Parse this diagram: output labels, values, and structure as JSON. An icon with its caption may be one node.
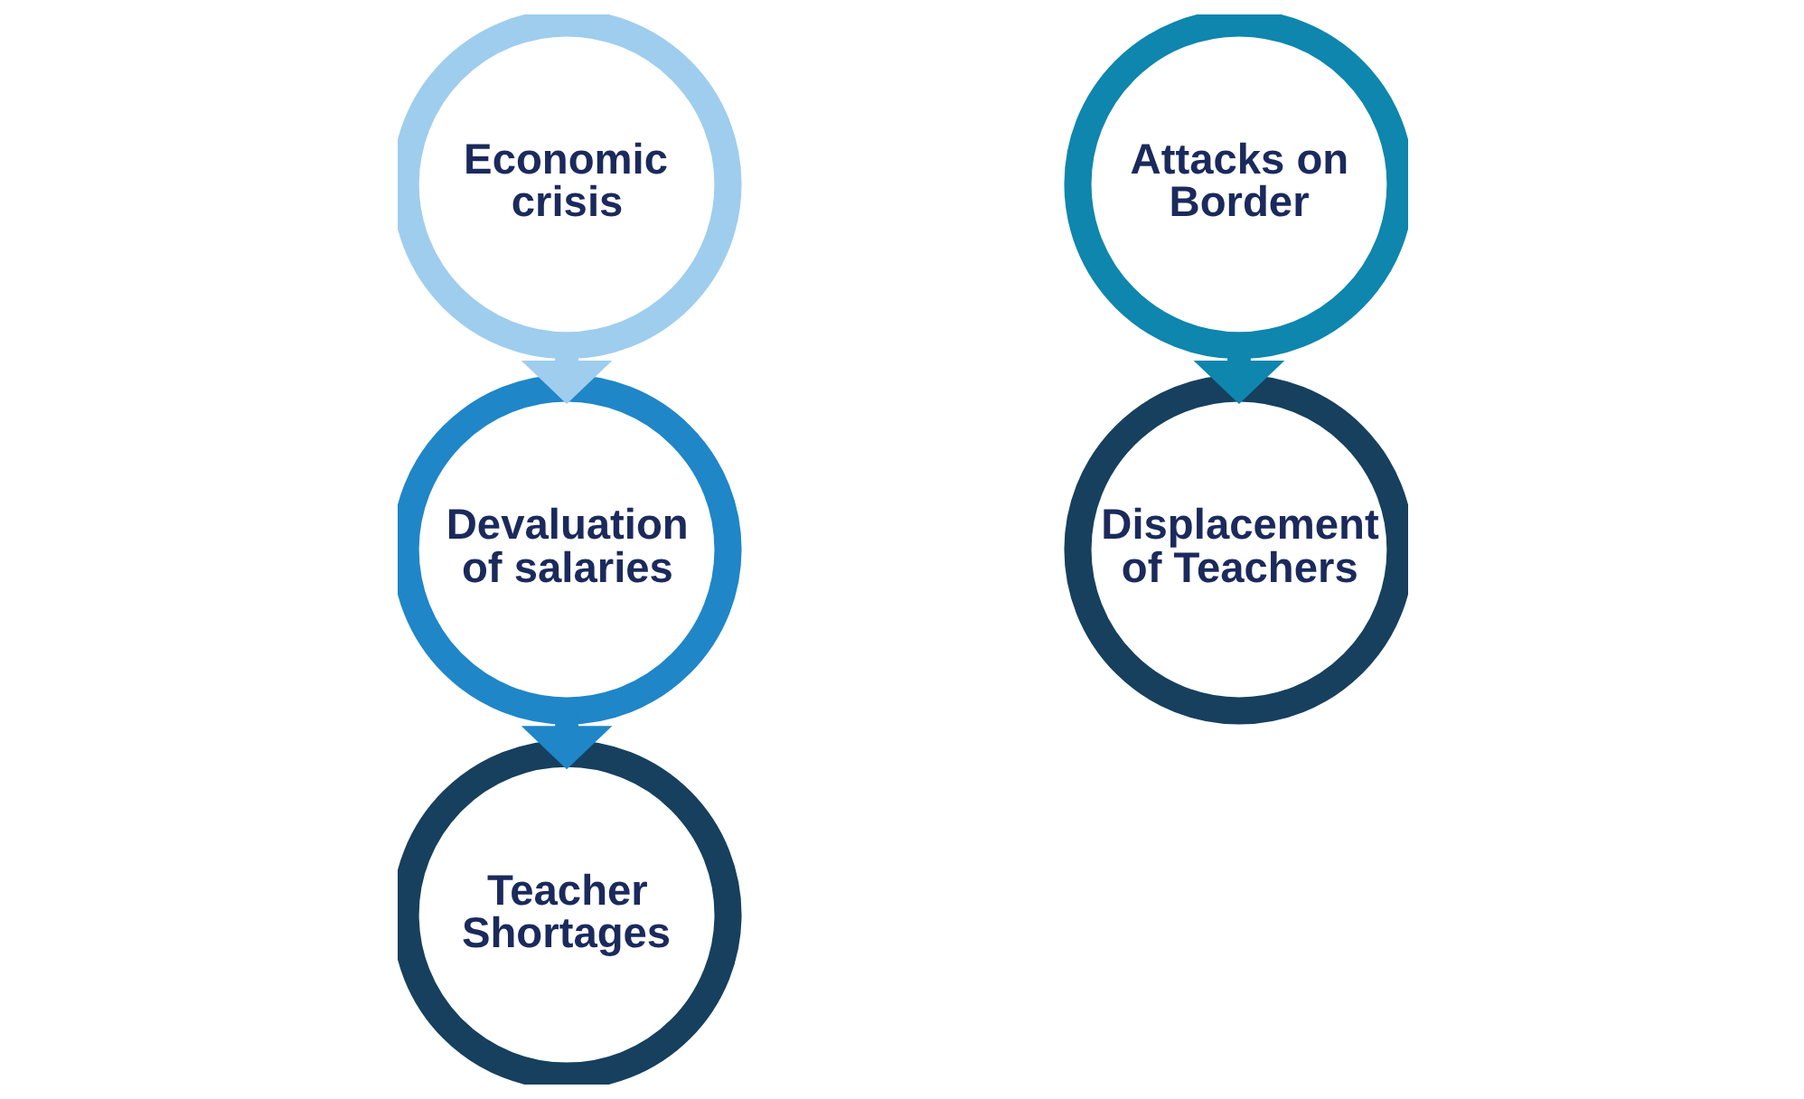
{
  "diagram": {
    "nodes": [
      {
        "text": [
          "Economic crisis"
        ]
      },
      {
        "text": [
          "Devaluation of salaries"
        ]
      },
      {
        "text": [
          "Teacher Shortages"
        ]
      },
      {
        "text": [
          "Attacks on Border"
        ]
      },
      {
        "text": [
          "Displacement of Teachers"
        ]
      }
    ],
    "edges": [
      {
        "from": 0,
        "to": 1,
        "arrow": "to",
        "color": "#9fcdee"
      },
      {
        "from": 1,
        "to": 2,
        "arrow": "to",
        "color": "#1f86c8"
      },
      {
        "from": 3,
        "to": 4,
        "arrow": "to",
        "color": "#0e86ad"
      }
    ]
  }
}
